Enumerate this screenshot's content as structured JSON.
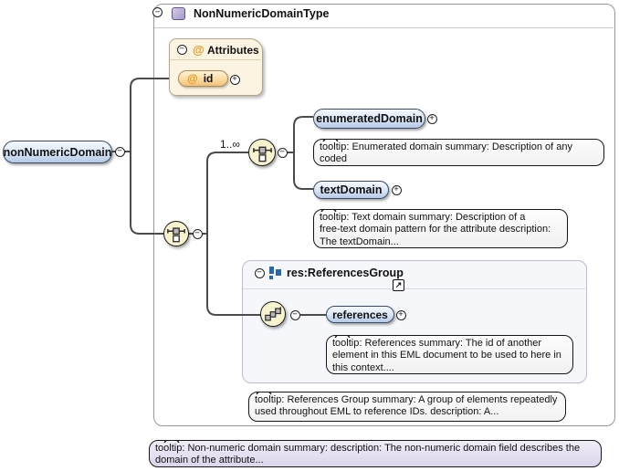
{
  "type_box": {
    "title": "NonNumericDomainType"
  },
  "attributes_box": {
    "title": "Attributes",
    "marker": "@",
    "items": [
      {
        "marker": "@",
        "label": "id"
      }
    ]
  },
  "root": {
    "label": "nonNumericDomain",
    "tooltip": "tooltip: Non-numeric domain summary: description: The non-numeric domain field describes the\ndomain of the attribute..."
  },
  "occurrence": "1..∞",
  "nodes": {
    "enumeratedDomain": {
      "label": "enumeratedDomain",
      "tooltip": "tooltip: Enumerated domain summary: Description of any coded\nvalues associated with the attribute. description: The..."
    },
    "textDomain": {
      "label": "textDomain",
      "tooltip": "tooltip: Text domain summary: Description of a\nfree-text domain pattern for the attribute description:\nThe textDomain..."
    },
    "references": {
      "label": "references",
      "tooltip": "tooltip: References summary: The id of another\nelement in this EML document to be used to here in\nthis context...."
    }
  },
  "references_group": {
    "title": "res:ReferencesGroup",
    "tooltip": "tooltip: References Group summary: A group of elements repeatedly\nused throughout EML to reference IDs. description: A..."
  },
  "icons": {
    "collapse": "−",
    "expand": "+",
    "link_arrow": "↗"
  },
  "colors": {
    "element_fill": "#c3d3ea",
    "element_border": "#3a4b63",
    "attribute_fill": "#f1c07c",
    "attribute_marker": "#e8941c",
    "compositor_fill": "#f7f3cf",
    "type_icon_fill": "#a698c6",
    "group_icon_fill": "#2a66ad",
    "tooltip_fill": "#f7f7f7",
    "root_tooltip_fill": "#e4ddf0",
    "connector": "#4b4b4b"
  }
}
